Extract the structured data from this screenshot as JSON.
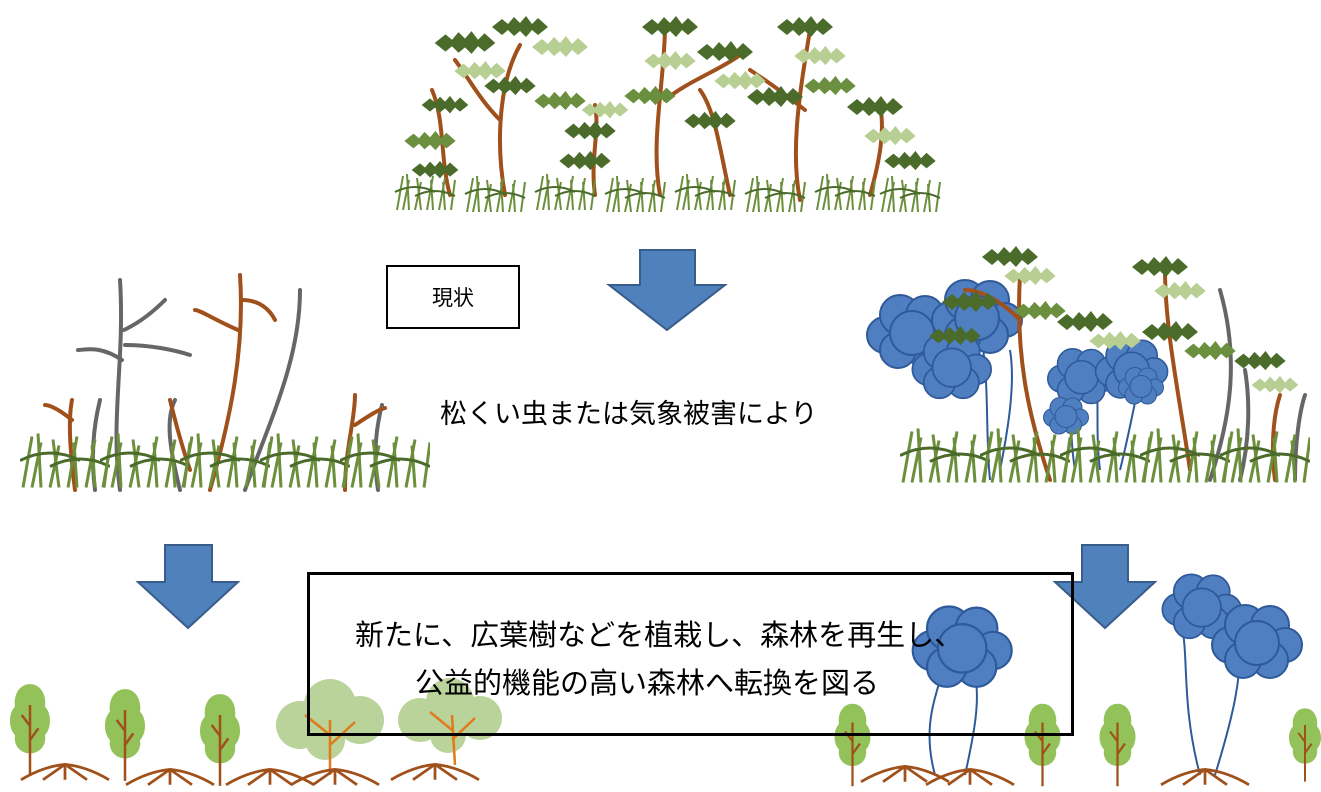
{
  "labels": {
    "status": "現状",
    "cause": "松くい虫または気象被害により",
    "plan_line1": "新たに、広葉樹などを植栽し、森林を再生し、",
    "plan_line2": "公益的機能の高い森林へ転換を図る"
  },
  "colors": {
    "pine_dark": "#4a6b2a",
    "pine_mid": "#5f8a3a",
    "pine_light": "#b7cf92",
    "trunk": "#a0501a",
    "dead_trunk": "#666666",
    "grass": "#6b8f3a",
    "broadleaf_blue": "#4f7fc0",
    "broadleaf_blue_stroke": "#2f5a9a",
    "sapling": "#93c15a",
    "shrub": "#b9d39a",
    "arrow": "#4f81bd",
    "arrow_stroke": "#385d8a"
  }
}
